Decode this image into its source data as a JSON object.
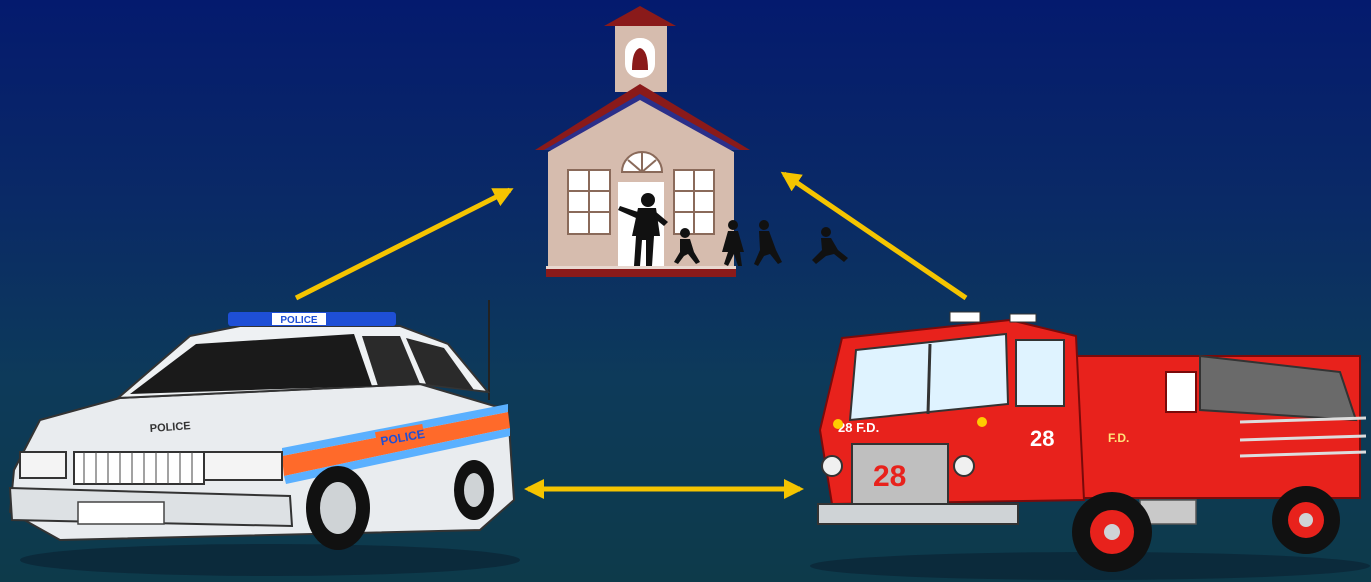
{
  "police_car": {
    "light_bar_label": "POLICE",
    "hood_label": "POLICE",
    "door_label": "POLICE"
  },
  "fire_truck": {
    "cab_label": "28 F.D.",
    "door_number": "28",
    "body_label": "F.D.",
    "grille_number": "28"
  },
  "colors": {
    "arrow": "#f5c400",
    "background_top": "#041a6e",
    "background_bottom": "#0d3a4a",
    "fire_truck_red": "#e8221c",
    "school_wall": "#d6bcae",
    "school_roof": "#8a1a1a"
  }
}
